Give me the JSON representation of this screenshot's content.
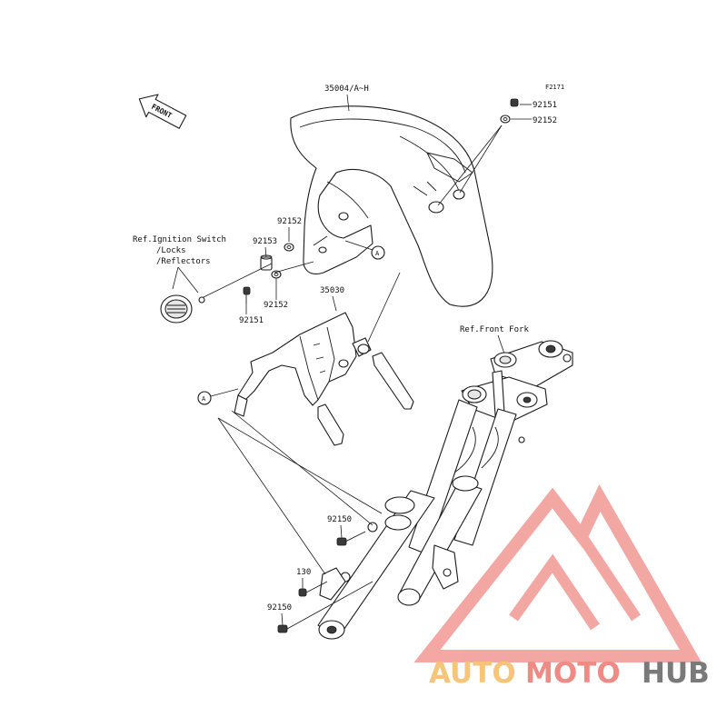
{
  "diagram_code": "F2171",
  "front_arrow": "FRONT",
  "labels": {
    "fender": "35004/A~H",
    "bolt_top": "92151",
    "washer_top": "92152",
    "washer_mid_a": "92152",
    "spacer": "92153",
    "washer_mid_b": "92152",
    "bolt_mid": "92151",
    "bracket": "35030",
    "bolt_fork_a": "92150",
    "clamp": "130",
    "bolt_fork_b": "92150"
  },
  "refs": {
    "ignition_line1": "Ref.Ignition Switch",
    "ignition_line2": "/Locks",
    "ignition_line3": "/Reflectors",
    "front_fork": "Ref.Front Fork"
  },
  "callouts": {
    "a1": "A",
    "a2": "A"
  },
  "watermark": {
    "brand_part1": "AUTO",
    "brand_part2": "MOTO",
    "brand_part3": "HUB",
    "color_primary": "#f08a84",
    "color_secondary": "#f6c57a",
    "color_tertiary": "#7a7a7a"
  }
}
